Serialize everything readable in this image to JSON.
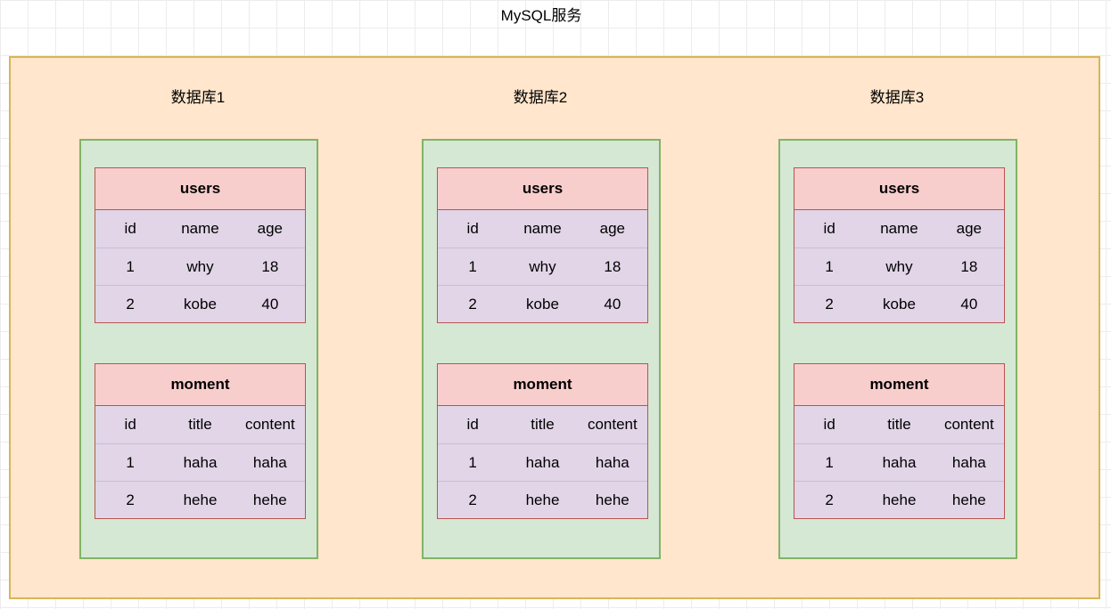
{
  "service": {
    "title": "MySQL服务"
  },
  "databases": [
    {
      "title": "数据库1",
      "tables": [
        {
          "name": "users",
          "columns": [
            "id",
            "name",
            "age"
          ],
          "rows": [
            [
              "1",
              "why",
              "18"
            ],
            [
              "2",
              "kobe",
              "40"
            ]
          ]
        },
        {
          "name": "moment",
          "columns": [
            "id",
            "title",
            "content"
          ],
          "rows": [
            [
              "1",
              "haha",
              "haha"
            ],
            [
              "2",
              "hehe",
              "hehe"
            ]
          ]
        }
      ]
    },
    {
      "title": "数据库2",
      "tables": [
        {
          "name": "users",
          "columns": [
            "id",
            "name",
            "age"
          ],
          "rows": [
            [
              "1",
              "why",
              "18"
            ],
            [
              "2",
              "kobe",
              "40"
            ]
          ]
        },
        {
          "name": "moment",
          "columns": [
            "id",
            "title",
            "content"
          ],
          "rows": [
            [
              "1",
              "haha",
              "haha"
            ],
            [
              "2",
              "hehe",
              "hehe"
            ]
          ]
        }
      ]
    },
    {
      "title": "数据库3",
      "tables": [
        {
          "name": "users",
          "columns": [
            "id",
            "name",
            "age"
          ],
          "rows": [
            [
              "1",
              "why",
              "18"
            ],
            [
              "2",
              "kobe",
              "40"
            ]
          ]
        },
        {
          "name": "moment",
          "columns": [
            "id",
            "title",
            "content"
          ],
          "rows": [
            [
              "1",
              "haha",
              "haha"
            ],
            [
              "2",
              "hehe",
              "hehe"
            ]
          ]
        }
      ]
    }
  ],
  "colors": {
    "service_fill": "#ffe6cc",
    "service_border": "#d6b656",
    "database_fill": "#d5e8d4",
    "database_border": "#82b366",
    "table_header_fill": "#f8cecc",
    "table_border": "#b85450",
    "table_body_fill": "#e1d5e7"
  }
}
